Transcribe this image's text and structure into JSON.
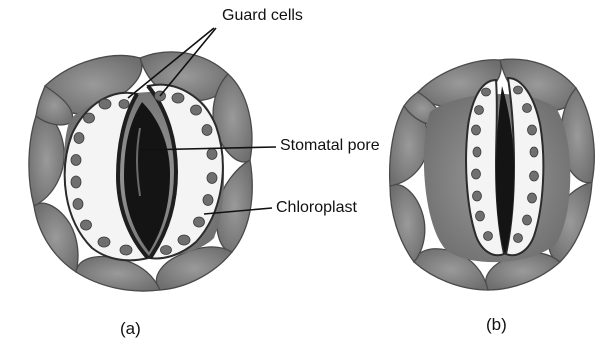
{
  "labels": {
    "guard_cells": "Guard cells",
    "stomatal_pore": "Stomatal pore",
    "chloroplast": "Chloroplast"
  },
  "captions": {
    "a": "(a)",
    "b": "(b)"
  },
  "colors": {
    "epidermal_cell_fill": "#858585",
    "epidermal_cell_outline": "#4a4a4a",
    "guard_cell_fill": "#f4f4f4",
    "guard_cell_outline": "#2b2b2b",
    "chloroplast": "#6f6f6f",
    "pore": "#141414",
    "pointer_line": "#111111"
  }
}
